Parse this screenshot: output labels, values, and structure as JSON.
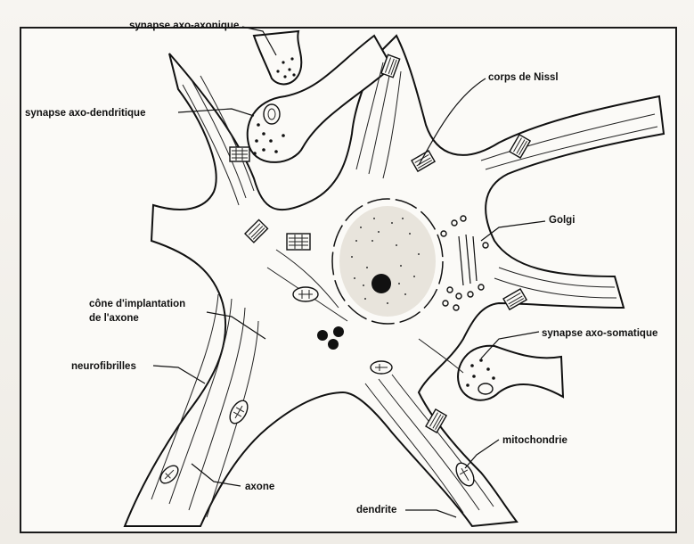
{
  "labels": {
    "synapse_axo_axonique": "synapse axo-axonique",
    "synapse_axo_dendritique": "synapse axo-dendritique",
    "corps_de_nissl": "corps de Nissl",
    "golgi": "Golgi",
    "cone_line1": "cône d'implantation",
    "cone_line2": "de l'axone",
    "neurofibrilles": "neurofibrilles",
    "synapse_axo_somatique": "synapse axo-somatique",
    "mitochondrie": "mitochondrie",
    "axone": "axone",
    "dendrite": "dendrite"
  }
}
